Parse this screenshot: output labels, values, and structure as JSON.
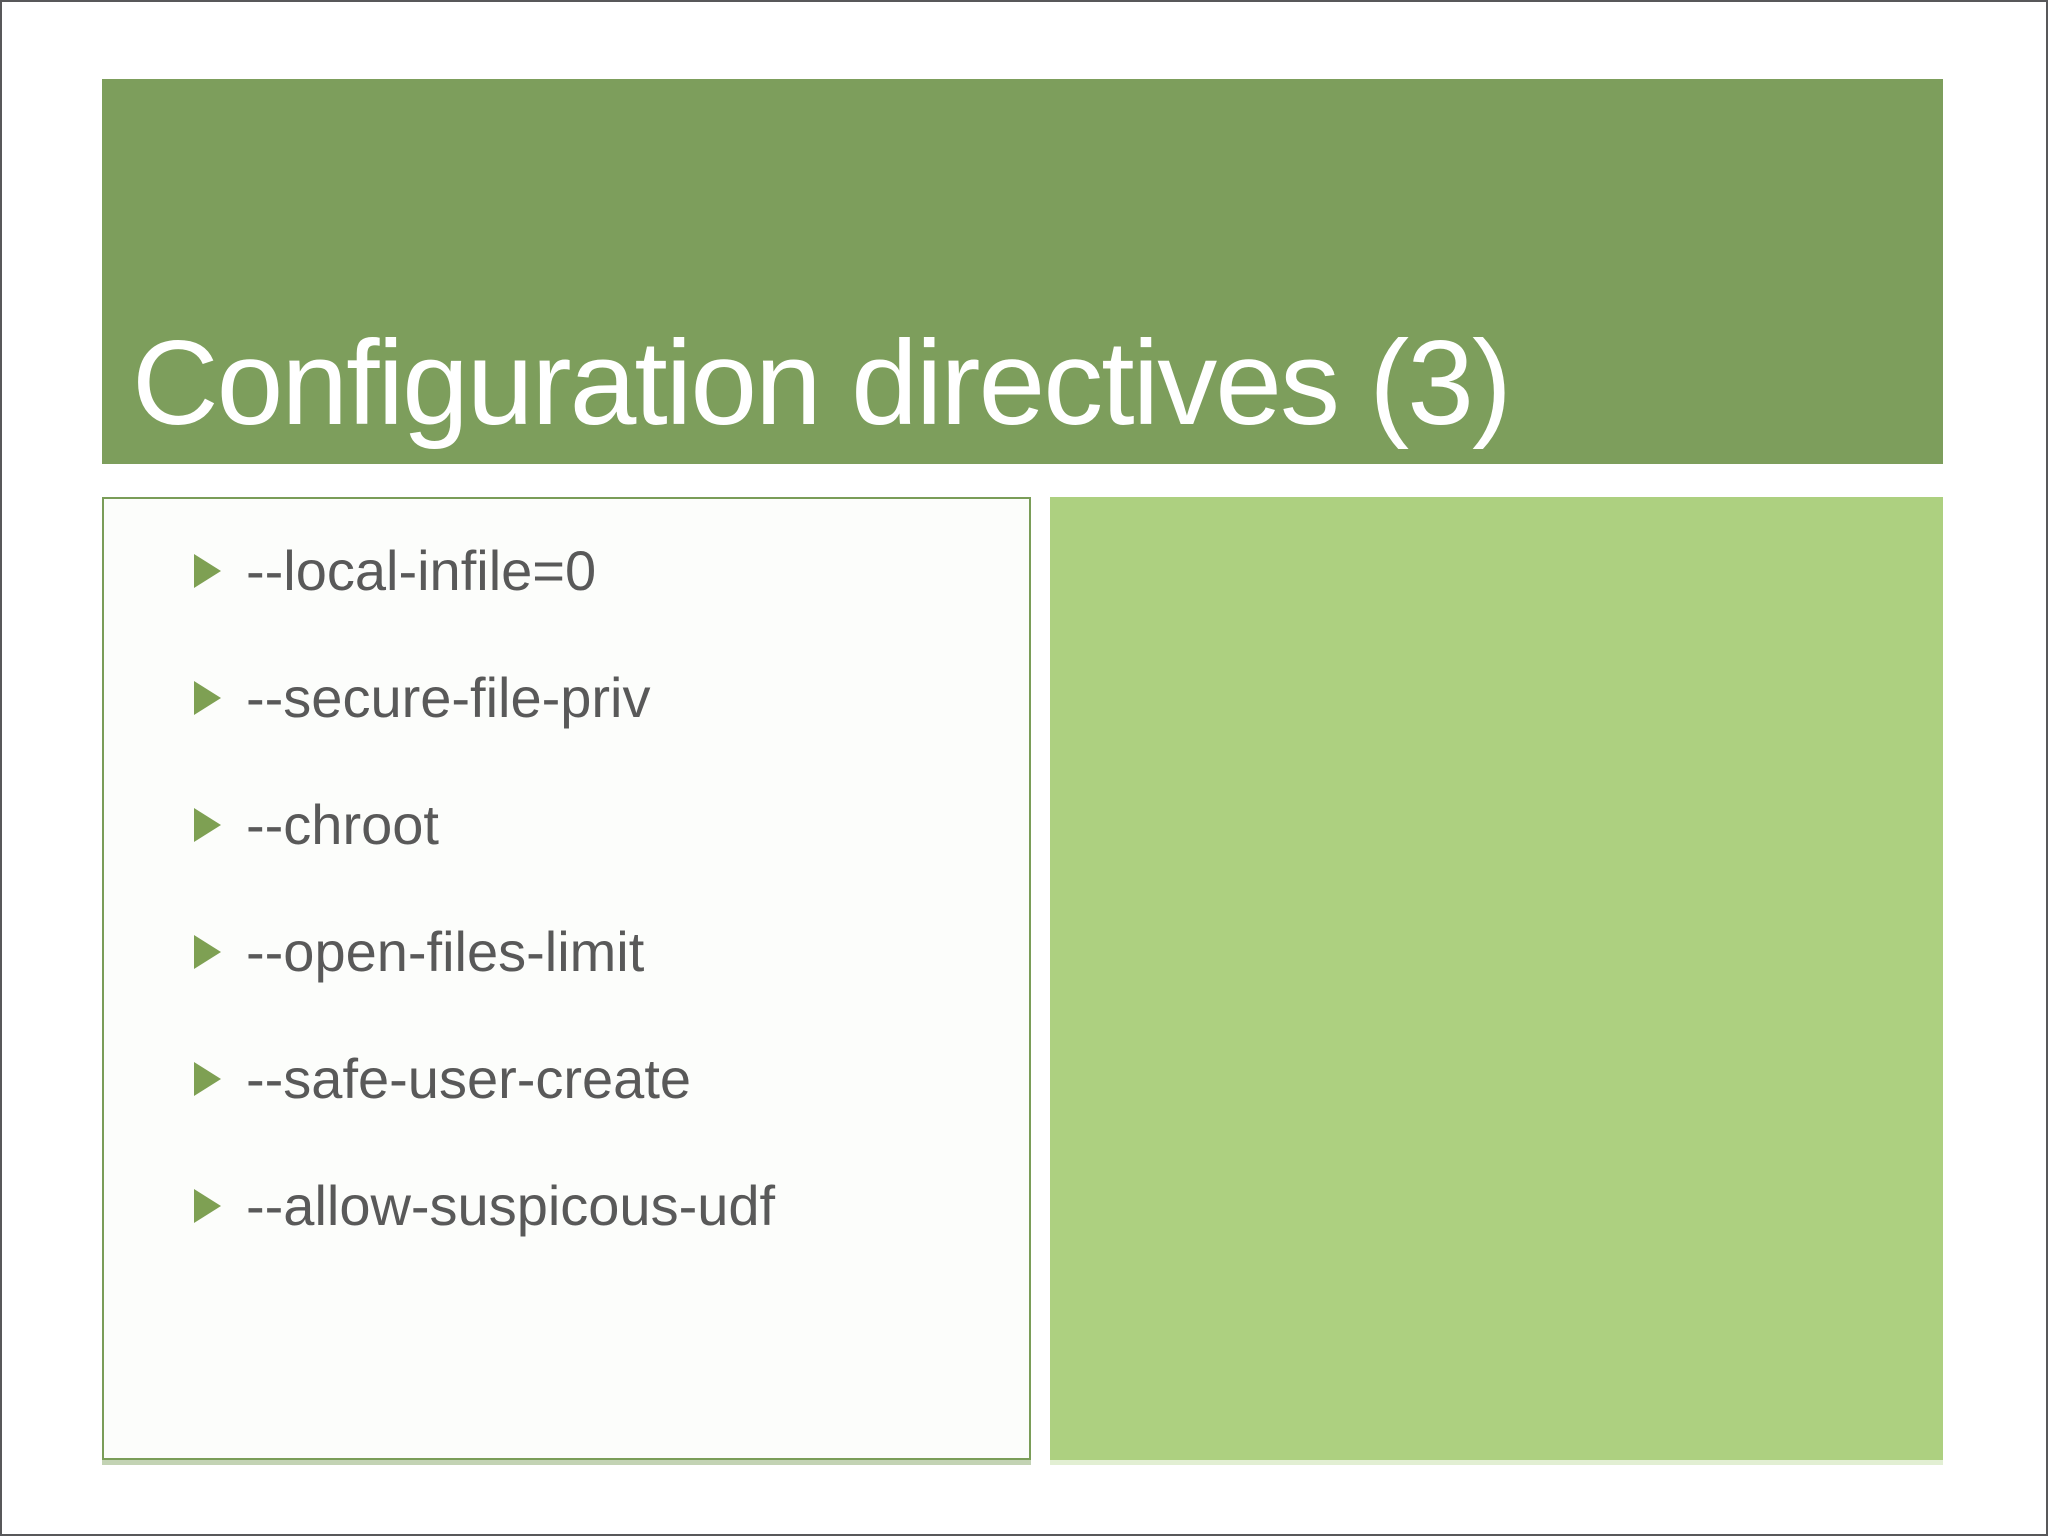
{
  "slide": {
    "title": "Configuration directives (3)",
    "bullets": [
      "--local-infile=0",
      "--secure-file-priv",
      "--chroot",
      "--open-files-limit",
      "--safe-user-create",
      "--allow-suspicous-udf"
    ],
    "bullet_icon": "triangle-right-icon",
    "colors": {
      "header_green": "#7d9e5c",
      "panel_light_green": "#add080",
      "box_border_green": "#7a9d58",
      "bullet_green": "#7ea053",
      "text_gray": "#595959",
      "title_white": "#ffffff",
      "frame_gray": "#58585a"
    }
  }
}
